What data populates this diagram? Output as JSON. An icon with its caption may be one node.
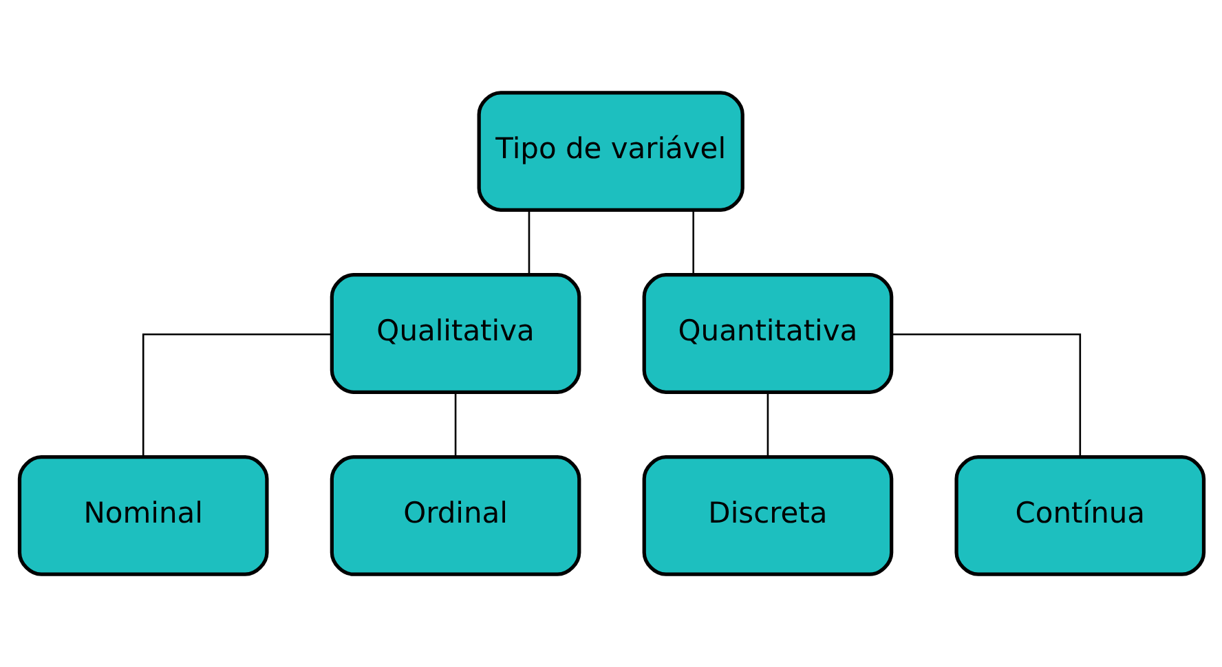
{
  "diagram": {
    "nodes": [
      {
        "text": [
          "Tipo de variável"
        ]
      },
      {
        "text": [
          "Qualitativa"
        ]
      },
      {
        "text": [
          "Quantitativa"
        ]
      },
      {
        "text": [
          "Nominal"
        ]
      },
      {
        "text": [
          "Ordinal"
        ]
      },
      {
        "text": [
          "Discreta"
        ]
      },
      {
        "text": [
          "Contínua"
        ]
      }
    ],
    "edges": [
      {
        "from": 0,
        "to": 1,
        "arrow": "none"
      },
      {
        "from": 0,
        "to": 2,
        "arrow": "none"
      },
      {
        "from": 1,
        "to": 3,
        "arrow": "none"
      },
      {
        "from": 1,
        "to": 4,
        "arrow": "none"
      },
      {
        "from": 2,
        "to": 5,
        "arrow": "none"
      },
      {
        "from": 2,
        "to": 6,
        "arrow": "none"
      }
    ]
  }
}
